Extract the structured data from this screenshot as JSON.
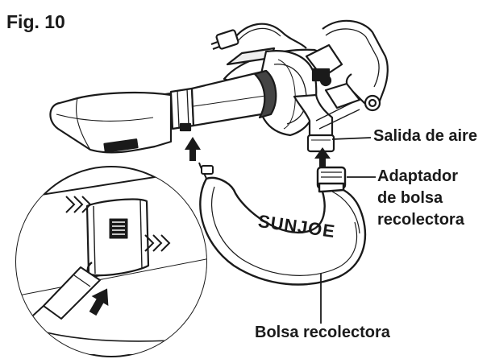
{
  "figure": {
    "title": "Fig. 10"
  },
  "callouts": {
    "air_outlet": "Salida de aire",
    "bag_adapter_line1": "Adaptador",
    "bag_adapter_line2": "de bolsa",
    "bag_adapter_line3": "recolectora",
    "collection_bag": "Bolsa recolectora"
  },
  "bag": {
    "brand": "SUNJOE"
  },
  "colors": {
    "ink": "#1a1a1a",
    "background": "#ffffff",
    "shade": "#555555"
  },
  "icons": {
    "arrow": "arrow-up-icon",
    "chevrons": "chevron-right-icon"
  }
}
